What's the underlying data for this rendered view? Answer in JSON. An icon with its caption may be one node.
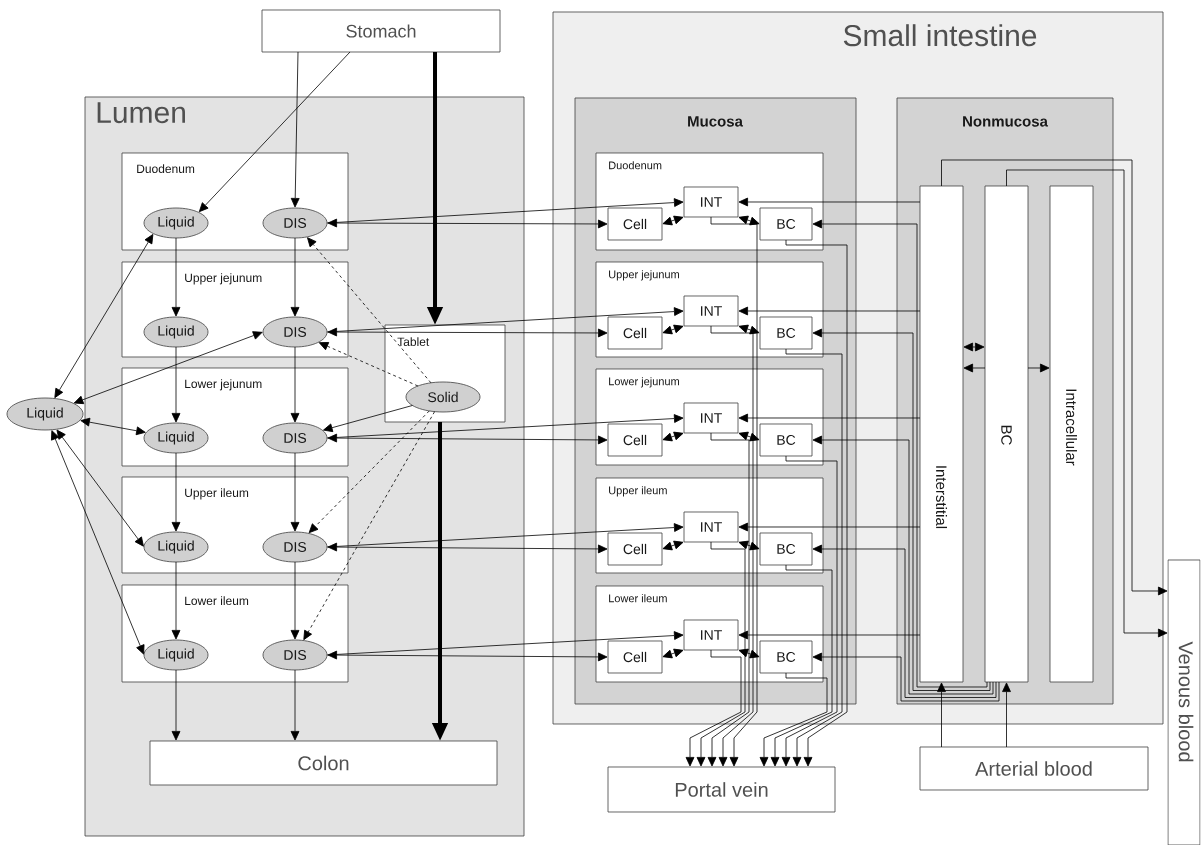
{
  "diagram": {
    "nodes": [
      {
        "text": [
          "Stomach"
        ]
      },
      {
        "text": [
          "Small intestine"
        ]
      },
      {
        "text": [
          "Lumen"
        ]
      },
      {
        "text": [
          "Duodenum"
        ],
        "in": 2
      },
      {
        "text": [
          "Liquid"
        ],
        "in": 3
      },
      {
        "text": [
          "DIS"
        ],
        "in": 3
      },
      {
        "text": [
          "Upper jejunum"
        ],
        "in": 2
      },
      {
        "text": [
          "Liquid"
        ],
        "in": 6
      },
      {
        "text": [
          "DIS"
        ],
        "in": 6
      },
      {
        "text": [
          "Lower jejunum"
        ],
        "in": 2
      },
      {
        "text": [
          "Liquid"
        ],
        "in": 9
      },
      {
        "text": [
          "DIS"
        ],
        "in": 9
      },
      {
        "text": [
          "Upper ileum"
        ],
        "in": 2
      },
      {
        "text": [
          "Liquid"
        ],
        "in": 12
      },
      {
        "text": [
          "DIS"
        ],
        "in": 12
      },
      {
        "text": [
          "Lower ileum"
        ],
        "in": 2
      },
      {
        "text": [
          "Liquid"
        ],
        "in": 15
      },
      {
        "text": [
          "DIS"
        ],
        "in": 15
      },
      {
        "text": [
          "Tablet"
        ],
        "in": 2
      },
      {
        "text": [
          "Solid"
        ],
        "in": 18
      },
      {
        "text": [
          "Colon"
        ],
        "in": 2
      },
      {
        "text": [
          "Liquid"
        ]
      },
      {
        "text": [
          "Mucosa"
        ],
        "in": 1
      },
      {
        "text": [
          "Duodenum"
        ],
        "in": 22
      },
      {
        "text": [
          "INT"
        ],
        "in": 23
      },
      {
        "text": [
          "Cell"
        ],
        "in": 23
      },
      {
        "text": [
          "BC"
        ],
        "in": 23
      },
      {
        "text": [
          "Upper jejunum"
        ],
        "in": 22
      },
      {
        "text": [
          "INT"
        ],
        "in": 27
      },
      {
        "text": [
          "Cell"
        ],
        "in": 27
      },
      {
        "text": [
          "BC"
        ],
        "in": 27
      },
      {
        "text": [
          "Lower jejunum"
        ],
        "in": 22
      },
      {
        "text": [
          "INT"
        ],
        "in": 31
      },
      {
        "text": [
          "Cell"
        ],
        "in": 31
      },
      {
        "text": [
          "BC"
        ],
        "in": 31
      },
      {
        "text": [
          "Upper ileum"
        ],
        "in": 22
      },
      {
        "text": [
          "INT"
        ],
        "in": 35
      },
      {
        "text": [
          "Cell"
        ],
        "in": 35
      },
      {
        "text": [
          "BC"
        ],
        "in": 35
      },
      {
        "text": [
          "Lower ileum"
        ],
        "in": 22
      },
      {
        "text": [
          "INT"
        ],
        "in": 39
      },
      {
        "text": [
          "Cell"
        ],
        "in": 39
      },
      {
        "text": [
          "BC"
        ],
        "in": 39
      },
      {
        "text": [
          "Nonmucosa"
        ],
        "in": 1
      },
      {
        "text": [
          "Interstitial"
        ],
        "in": 43
      },
      {
        "text": [
          "BC"
        ],
        "in": 43
      },
      {
        "text": [
          "Intracellular"
        ],
        "in": 43
      },
      {
        "text": [
          "Portal vein"
        ]
      },
      {
        "text": [
          "Arterial blood"
        ]
      },
      {
        "text": [
          "Venous blood"
        ]
      }
    ],
    "edges": [
      {
        "from": 0,
        "to": 4,
        "arrow": "to"
      },
      {
        "from": 0,
        "to": 5,
        "arrow": "to"
      },
      {
        "from": 0,
        "to": 18,
        "arrow": "to",
        "style": "thick"
      },
      {
        "from": 18,
        "to": 20,
        "arrow": "to",
        "style": "thick"
      },
      {
        "from": 4,
        "to": 7,
        "arrow": "to"
      },
      {
        "from": 7,
        "to": 10,
        "arrow": "to"
      },
      {
        "from": 10,
        "to": 13,
        "arrow": "to"
      },
      {
        "from": 13,
        "to": 16,
        "arrow": "to"
      },
      {
        "from": 16,
        "to": 20,
        "arrow": "to"
      },
      {
        "from": 5,
        "to": 8,
        "arrow": "to"
      },
      {
        "from": 8,
        "to": 11,
        "arrow": "to"
      },
      {
        "from": 11,
        "to": 14,
        "arrow": "to"
      },
      {
        "from": 14,
        "to": 17,
        "arrow": "to"
      },
      {
        "from": 17,
        "to": 20,
        "arrow": "to"
      },
      {
        "from": 21,
        "to": 4,
        "arrow": "both"
      },
      {
        "from": 21,
        "to": 8,
        "arrow": "both"
      },
      {
        "from": 21,
        "to": 10,
        "arrow": "both"
      },
      {
        "from": 21,
        "to": 13,
        "arrow": "both"
      },
      {
        "from": 21,
        "to": 16,
        "arrow": "both"
      },
      {
        "from": 19,
        "to": 5,
        "arrow": "to",
        "style": "dashed"
      },
      {
        "from": 19,
        "to": 8,
        "arrow": "to",
        "style": "dashed"
      },
      {
        "from": 19,
        "to": 11,
        "arrow": "to"
      },
      {
        "from": 19,
        "to": 14,
        "arrow": "to",
        "style": "dashed"
      },
      {
        "from": 19,
        "to": 17,
        "arrow": "to",
        "style": "dashed"
      },
      {
        "from": 5,
        "to": 24,
        "arrow": "to"
      },
      {
        "from": 5,
        "to": 25,
        "arrow": "both"
      },
      {
        "from": 25,
        "to": 24,
        "arrow": "both"
      },
      {
        "from": 24,
        "to": 26,
        "arrow": "both"
      },
      {
        "from": 44,
        "to": 24,
        "arrow": "to"
      },
      {
        "from": 45,
        "to": 26,
        "arrow": "to"
      },
      {
        "from": 24,
        "to": 47,
        "arrow": "to"
      },
      {
        "from": 26,
        "to": 47,
        "arrow": "to"
      },
      {
        "from": 8,
        "to": 28,
        "arrow": "to"
      },
      {
        "from": 8,
        "to": 29,
        "arrow": "both"
      },
      {
        "from": 29,
        "to": 28,
        "arrow": "both"
      },
      {
        "from": 28,
        "to": 30,
        "arrow": "both"
      },
      {
        "from": 44,
        "to": 28,
        "arrow": "to"
      },
      {
        "from": 45,
        "to": 30,
        "arrow": "to"
      },
      {
        "from": 28,
        "to": 47,
        "arrow": "to"
      },
      {
        "from": 30,
        "to": 47,
        "arrow": "to"
      },
      {
        "from": 11,
        "to": 32,
        "arrow": "to"
      },
      {
        "from": 11,
        "to": 33,
        "arrow": "both"
      },
      {
        "from": 33,
        "to": 32,
        "arrow": "both"
      },
      {
        "from": 32,
        "to": 34,
        "arrow": "both"
      },
      {
        "from": 44,
        "to": 32,
        "arrow": "to"
      },
      {
        "from": 45,
        "to": 34,
        "arrow": "to"
      },
      {
        "from": 32,
        "to": 47,
        "arrow": "to"
      },
      {
        "from": 34,
        "to": 47,
        "arrow": "to"
      },
      {
        "from": 14,
        "to": 36,
        "arrow": "to"
      },
      {
        "from": 14,
        "to": 37,
        "arrow": "both"
      },
      {
        "from": 37,
        "to": 36,
        "arrow": "both"
      },
      {
        "from": 36,
        "to": 38,
        "arrow": "both"
      },
      {
        "from": 44,
        "to": 36,
        "arrow": "to"
      },
      {
        "from": 45,
        "to": 38,
        "arrow": "to"
      },
      {
        "from": 36,
        "to": 47,
        "arrow": "to"
      },
      {
        "from": 38,
        "to": 47,
        "arrow": "to"
      },
      {
        "from": 17,
        "to": 40,
        "arrow": "to"
      },
      {
        "from": 17,
        "to": 41,
        "arrow": "both"
      },
      {
        "from": 41,
        "to": 40,
        "arrow": "both"
      },
      {
        "from": 40,
        "to": 42,
        "arrow": "both"
      },
      {
        "from": 44,
        "to": 40,
        "arrow": "to"
      },
      {
        "from": 45,
        "to": 42,
        "arrow": "to"
      },
      {
        "from": 40,
        "to": 47,
        "arrow": "to"
      },
      {
        "from": 42,
        "to": 47,
        "arrow": "to"
      },
      {
        "from": 44,
        "to": 45,
        "arrow": "both"
      },
      {
        "from": 45,
        "to": 44,
        "arrow": "to"
      },
      {
        "from": 45,
        "to": 46,
        "arrow": "to"
      },
      {
        "from": 44,
        "to": 49,
        "arrow": "to"
      },
      {
        "from": 45,
        "to": 49,
        "arrow": "to"
      },
      {
        "from": 48,
        "to": 44,
        "arrow": "to"
      },
      {
        "from": 48,
        "to": 45,
        "arrow": "to"
      }
    ]
  }
}
